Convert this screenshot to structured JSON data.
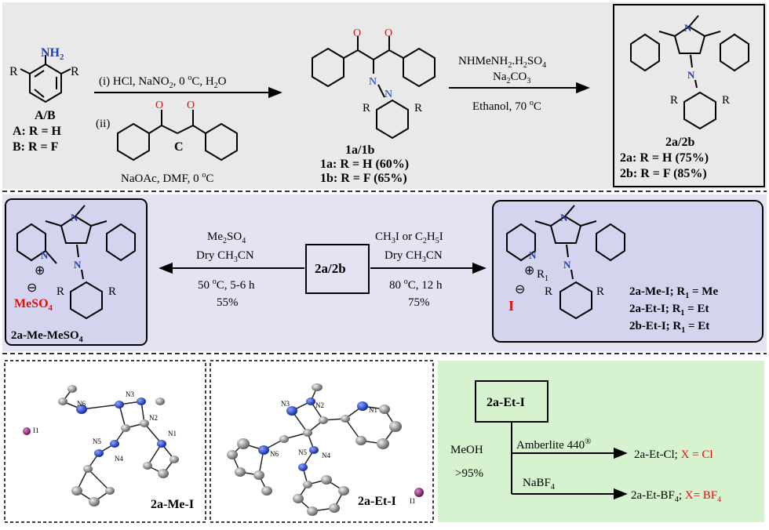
{
  "colors": {
    "panel_top": "#e9e9e9",
    "panel_mid": "#e3e3f4",
    "panel_green": "#d6f2cf",
    "nitrogen": "#1a3fc4",
    "oxygen": "#e01010",
    "red_text": "#e01010",
    "iodine_atom": "#8a1c6e"
  },
  "top": {
    "aniline": {
      "nh2": "NH",
      "nh2_sub": "2",
      "r_left": "R",
      "r_right": "R",
      "name": "A/B",
      "a": "A: R = H",
      "b": "B: R = F"
    },
    "step1": {
      "cond1": "(i) HCl, NaNO",
      "cond1_sub": "2",
      "cond1_rest": ", 0 ",
      "cond1_deg": "o",
      "cond1_end": "C, H",
      "cond1_sub2": "2",
      "cond1_o": "O",
      "cond2_label": "(ii)",
      "reagent_c": "C",
      "cond3": "NaOAc, DMF, 0 ",
      "cond3_deg": "o",
      "cond3_end": "C"
    },
    "product1": {
      "name": "1a/1b",
      "a": "1a: R = H (60%)",
      "b": "1b: R = F (65%)",
      "o1": "O",
      "o2": "O",
      "n1": "N",
      "n2": "N",
      "r1": "R",
      "r2": "R"
    },
    "step2": {
      "reagent_line1": "NHMeNH",
      "r1_sub": "2",
      "r1_mid": ".H",
      "r1_sub2": "2",
      "r1_so": "SO",
      "r1_sub3": "4",
      "reagent_line2": "Na",
      "r2_sub": "2",
      "r2_co": "CO",
      "r2_sub2": "3",
      "cond": "Ethanol, 70 ",
      "cond_deg": "o",
      "cond_end": "C"
    },
    "product2": {
      "name": "2a/2b",
      "a": "2a: R = H (75%)",
      "b": "2b: R = F (85%)",
      "r1": "R",
      "r2": "R"
    }
  },
  "middle": {
    "center_box": "2a/2b",
    "left_arrow": {
      "line1": "Me",
      "l1_sub": "2",
      "l1_end": "SO",
      "l1_sub2": "4",
      "line2": "Dry CH",
      "l2_sub": "3",
      "l2_end": "CN",
      "line3": "50 ",
      "l3_deg": "o",
      "l3_end": "C, 5-6 h",
      "line4": "55%"
    },
    "right_arrow": {
      "line1": "CH",
      "l1_sub": "3",
      "l1_mid": "I or C",
      "l1_sub2": "2",
      "l1_h": "H",
      "l1_sub3": "5",
      "l1_end": "I",
      "line2": "Dry CH",
      "l2_sub": "3",
      "l2_end": "CN",
      "line3": "80 ",
      "l3_deg": "o",
      "l3_end": "C, 12 h",
      "line4": "75%"
    },
    "left_product": {
      "name": "2a-Me-MeSO",
      "name_sub": "4",
      "counterion": "MeSO",
      "counterion_sub": "4",
      "minus": "⊖",
      "plus": "⊕",
      "r1": "R",
      "r2": "R"
    },
    "right_product": {
      "counterion": "I",
      "minus": "⊖",
      "plus": "⊕",
      "r_label": "R",
      "r_label_sub": "1",
      "r1": "R",
      "r2": "R",
      "list": [
        {
          "name": "2a-Me-I; R",
          "sub": "1",
          "val": " = Me"
        },
        {
          "name": "2a-Et-I; R",
          "sub": "1",
          "val": " = Et"
        },
        {
          "name": "2b-Et-I; R",
          "sub": "1",
          "val": " = Et"
        }
      ]
    }
  },
  "bottom": {
    "crystal1": {
      "caption": "2a-Me-I",
      "atoms": [
        "N6",
        "N3",
        "N2",
        "N1",
        "N5",
        "N4",
        "I1"
      ]
    },
    "crystal2": {
      "caption": "2a-Et-I",
      "atoms": [
        "N3",
        "N2",
        "N1",
        "N6",
        "N5",
        "N4",
        "I1"
      ]
    },
    "exchange": {
      "start": "2a-Et-I",
      "solvent": "MeOH",
      "yield": ">95%",
      "reagent1": "Amberlite 440",
      "reagent1_mark": "®",
      "reagent2": "NaBF",
      "reagent2_sub": "4",
      "product1": "2a-Et-Cl; ",
      "product1_x": "X = Cl",
      "product2": "2a-Et-BF",
      "product2_sub": "4",
      "product2_sep": "; ",
      "product2_x": "X= BF",
      "product2_x_sub": "4"
    }
  }
}
